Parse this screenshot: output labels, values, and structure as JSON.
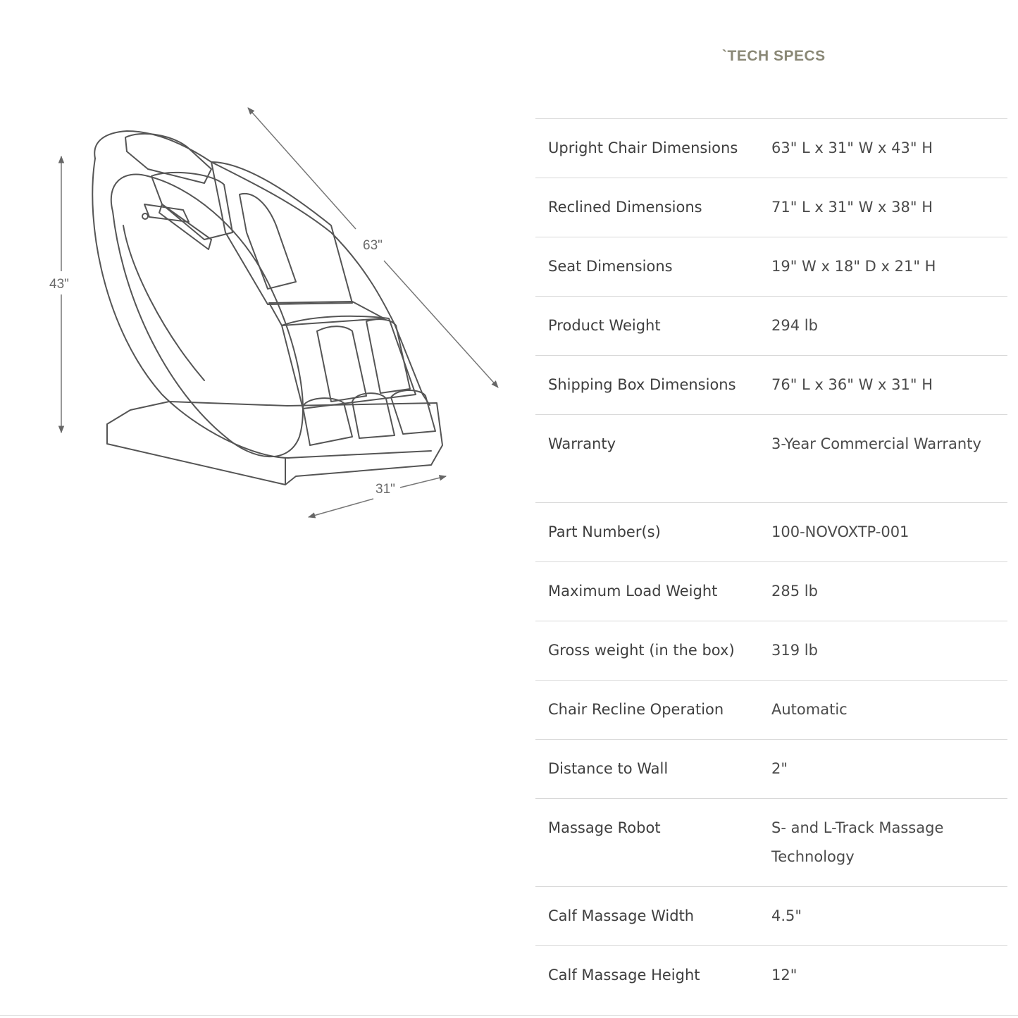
{
  "diagram": {
    "height_label": "43\"",
    "length_label": "63\"",
    "width_label": "31\""
  },
  "specs": {
    "title": "`TECH SPECS",
    "rows": [
      {
        "label": "Upright Chair Dimensions",
        "value": "63\" L x 31\" W x 43\" H"
      },
      {
        "label": "Reclined Dimensions",
        "value": "71\" L x 31\" W x 38\" H"
      },
      {
        "label": "Seat Dimensions",
        "value": "19\" W x 18\" D x 21\" H"
      },
      {
        "label": "Product Weight",
        "value": "294 lb"
      },
      {
        "label": "Shipping Box Dimensions",
        "value": "76\" L x 36\" W x 31\" H"
      },
      {
        "label": "Warranty",
        "value": "3-Year Commercial Warranty"
      },
      {
        "label": "Part Number(s)",
        "value": "100-NOVOXTP-001"
      },
      {
        "label": "Maximum Load Weight",
        "value": "285 lb"
      },
      {
        "label": "Gross weight (in the box)",
        "value": "319 lb"
      },
      {
        "label": "Chair Recline Operation",
        "value": "Automatic"
      },
      {
        "label": "Distance to Wall",
        "value": "2\""
      },
      {
        "label": "Massage Robot",
        "value": "S- and L-Track Massage Technology"
      },
      {
        "label": "Calf Massage Width",
        "value": "4.5\""
      },
      {
        "label": "Calf Massage Height",
        "value": "12\""
      }
    ]
  }
}
